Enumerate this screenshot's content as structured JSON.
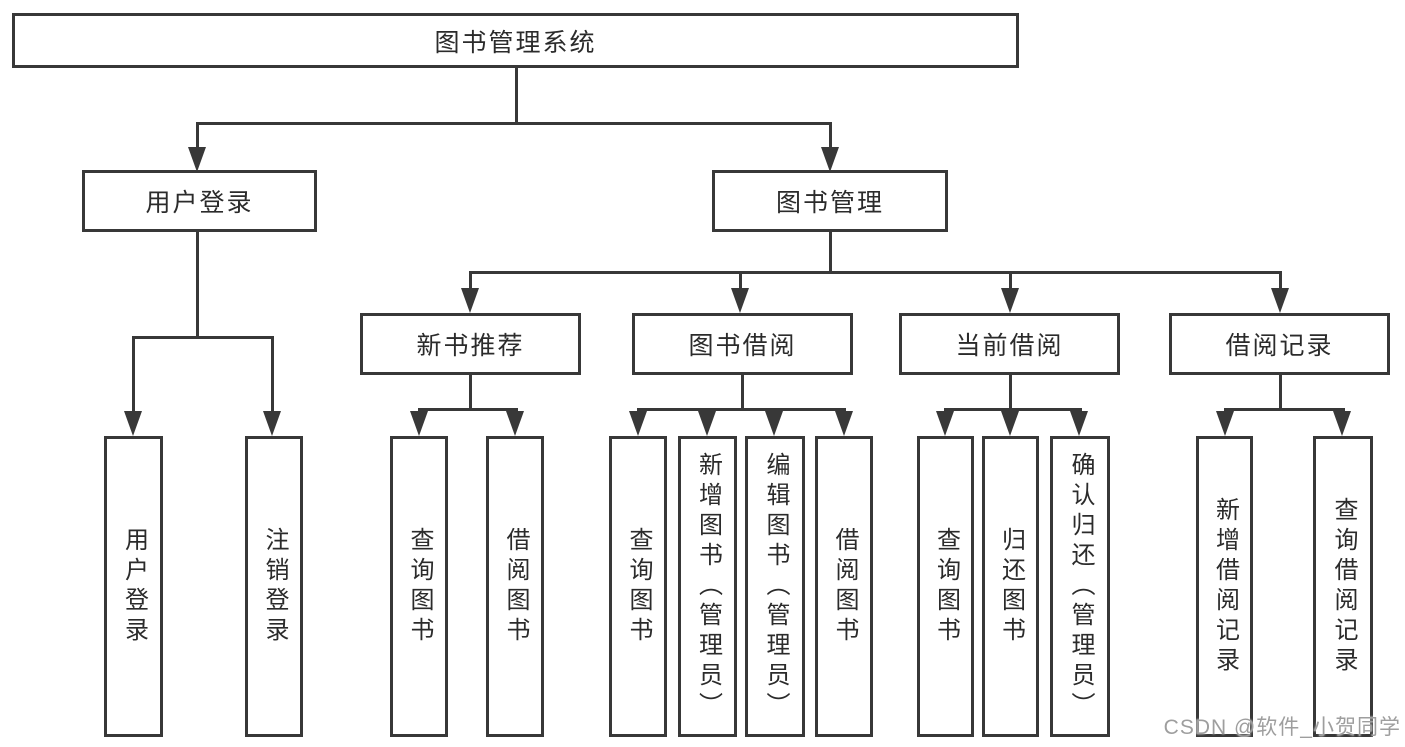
{
  "tree": {
    "root": {
      "label": "图书管理系统"
    },
    "level1": [
      {
        "label": "用户登录",
        "parent": "图书管理系统"
      },
      {
        "label": "图书管理",
        "parent": "图书管理系统"
      }
    ],
    "level2": [
      {
        "label": "新书推荐",
        "parent": "图书管理"
      },
      {
        "label": "图书借阅",
        "parent": "图书管理"
      },
      {
        "label": "当前借阅",
        "parent": "图书管理"
      },
      {
        "label": "借阅记录",
        "parent": "图书管理"
      }
    ],
    "leaves": [
      {
        "label": "用户登录",
        "parent": "用户登录"
      },
      {
        "label": "注销登录",
        "parent": "用户登录"
      },
      {
        "label": "查询图书",
        "parent": "新书推荐"
      },
      {
        "label": "借阅图书",
        "parent": "新书推荐"
      },
      {
        "label": "查询图书",
        "parent": "图书借阅"
      },
      {
        "label": "新增图书（管理员）",
        "parent": "图书借阅"
      },
      {
        "label": "编辑图书（管理员）",
        "parent": "图书借阅"
      },
      {
        "label": "借阅图书",
        "parent": "图书借阅"
      },
      {
        "label": "查询图书",
        "parent": "当前借阅"
      },
      {
        "label": "归还图书",
        "parent": "当前借阅"
      },
      {
        "label": "确认归还（管理员）",
        "parent": "当前借阅"
      },
      {
        "label": "新增借阅记录",
        "parent": "借阅记录"
      },
      {
        "label": "查询借阅记录",
        "parent": "借阅记录"
      }
    ]
  },
  "watermark": {
    "text": "CSDN @软件_小贺同学",
    "color": "#9e9e9e"
  },
  "colors": {
    "background": "#ffffff",
    "box_border": "#383838",
    "connector_line": "#383838",
    "arrowhead": "#383838",
    "text": "#2b2b2b"
  }
}
